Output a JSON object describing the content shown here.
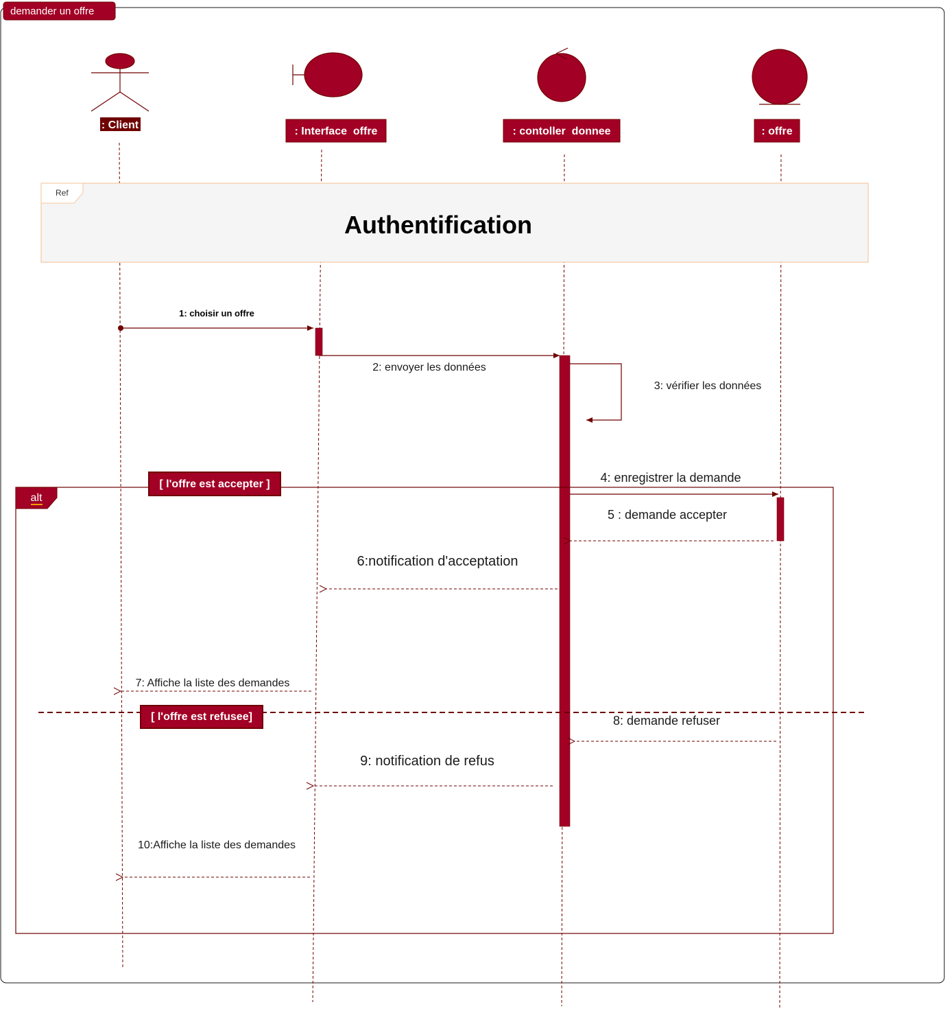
{
  "frame": {
    "title": "demander un offre"
  },
  "participants": [
    {
      "id": "client",
      "label": ": Client",
      "icon": "actor-icon"
    },
    {
      "id": "interface",
      "label": ": Interface  offre",
      "icon": "boundary-icon"
    },
    {
      "id": "controller",
      "label": ": contoller  donnee",
      "icon": "control-icon"
    },
    {
      "id": "entity",
      "label": ": offre",
      "icon": "entity-icon"
    }
  ],
  "ref": {
    "tag": "Ref",
    "title": "Authentification"
  },
  "messages": [
    {
      "n": 1,
      "text": "1: choisir un offre"
    },
    {
      "n": 2,
      "text": "2: envoyer les données"
    },
    {
      "n": 3,
      "text": "3: vérifier les données"
    },
    {
      "n": 4,
      "text": "4: enregistrer la demande"
    },
    {
      "n": 5,
      "text": "5 : demande accepter"
    },
    {
      "n": 6,
      "text": "6:notification d'acceptation"
    },
    {
      "n": 7,
      "text": "7: Affiche la liste des demandes"
    },
    {
      "n": 8,
      "text": "8: demande refuser"
    },
    {
      "n": 9,
      "text": "9: notification de refus"
    },
    {
      "n": 10,
      "text": "10:Affiche la liste des demandes"
    }
  ],
  "alt": {
    "tag": "alt",
    "guard1": "[ l'offre est accepter ]",
    "guard2": "[ l'offre est refusee]"
  },
  "colors": {
    "accent": "#a20025",
    "line": "#6f0000",
    "ref_border": "#f5c8a0",
    "ref_fill": "#f5f5f5"
  }
}
